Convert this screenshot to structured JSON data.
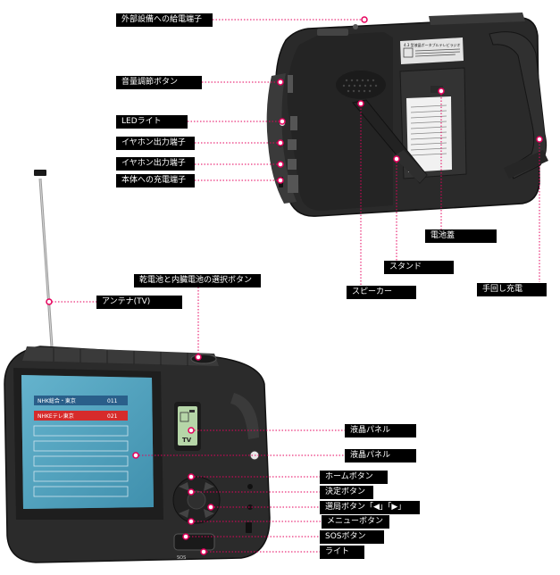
{
  "colors": {
    "accent": "#e6005c",
    "label_bg": "#000000",
    "device_body": "#2b2b2b",
    "screen": "#5aa9c4",
    "lcd": "#b6d6a8"
  },
  "labels": {
    "ext_power": "外部設備への給電端子",
    "volume": "音量調節ボタン",
    "led_light": "LEDライト",
    "earphone1": "イヤホン出力端子",
    "earphone2": "イヤホン出力端子",
    "charge_port": "本体への充電端子",
    "battery_cover": "電池蓋",
    "stand": "スタンド",
    "speaker": "スピーカー",
    "hand_crank": "手回し充電",
    "battery_select": "乾電池と内臓電池の選択ボタン",
    "antenna": "アンテナ(TV)",
    "lcd_panel1": "液晶パネル",
    "lcd_panel2": "液晶パネル",
    "home_button": "ホームボタン",
    "enter_button": "決定ボタン",
    "station_buttons": "選局ボタン「◀」「▶」",
    "menu_button": "メニューボタン",
    "sos_button": "SOSボタン",
    "light": "ライト"
  },
  "device_text": {
    "channel1_name": "NHK総合・東京",
    "channel1_num": "011",
    "channel2_name": "NHKEテレ東京",
    "channel2_num": "021",
    "tv": "TV",
    "back_title": "4.3 型液晶ポータブルテレビラジオ",
    "sos": "SOS"
  }
}
